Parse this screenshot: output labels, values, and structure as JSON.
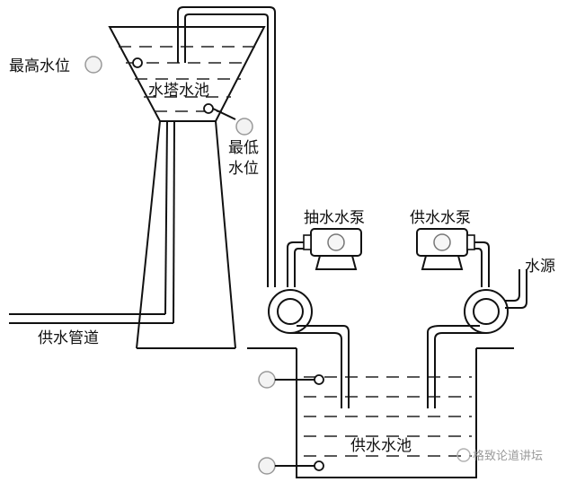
{
  "labels": {
    "max_level": "最高水位",
    "tower_tank": "水塔水池",
    "min_level_line1": "最低",
    "min_level_line2": "水位",
    "pump_draw": "抽水水泵",
    "pump_supply": "供水水泵",
    "water_source": "水源",
    "supply_pipe": "供水管道",
    "supply_pool": "供水水池"
  },
  "watermark": "格致论道讲坛"
}
